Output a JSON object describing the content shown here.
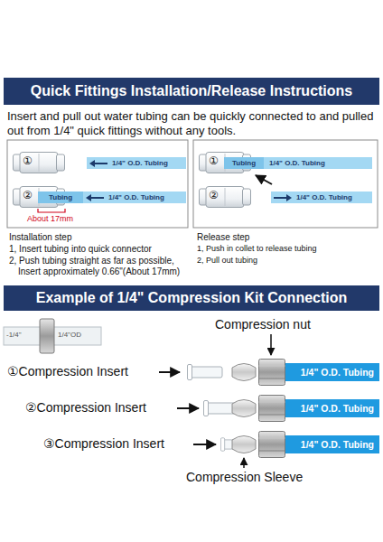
{
  "diagram": {
    "nodes": [
      {
        "text": [
          "Quick Fittings Installation/Release Instructions"
        ]
      },
      {
        "text": [
          "1/4\" O.D. Tubing"
        ]
      },
      {
        "text": [
          "Tubing"
        ]
      },
      {
        "text": [
          "1/4\" O.D. Tubing"
        ]
      },
      {
        "text": [
          "Tubing"
        ]
      },
      {
        "text": [
          "1/4\" O.D. Tubing"
        ]
      },
      {
        "text": [
          "1/4\" O.D. Tubing"
        ]
      },
      {
        "text": [
          "Example of 1/4\" Compression Kit Connection"
        ]
      },
      {
        "text": [
          "1/4\" O.D. Tubing"
        ]
      },
      {
        "text": [
          "1/4\" O.D. Tubing"
        ]
      },
      {
        "text": [
          "1/4\" O.D. Tubing"
        ]
      }
    ],
    "labels": [
      "Insert and pull out water tubing can be quickly connected to and pulled out from 1/4\" quick fittings without any tools.",
      "①",
      "②",
      "About 17mm",
      "Installation step",
      "1, Insert tubing into quick connector",
      "2, Push tubing straight as far as possible, Insert approximately 0.66\"(About 17mm)",
      "①",
      "②",
      "Release step",
      "1, Push in collet to release tubing",
      "2, Pull out tubing",
      "-1/4\"",
      "1/4\"OD",
      "Compression nut",
      "①Compression Insert",
      "②Compression Insert",
      "③Compression Insert",
      "Compression Sleeve"
    ]
  }
}
